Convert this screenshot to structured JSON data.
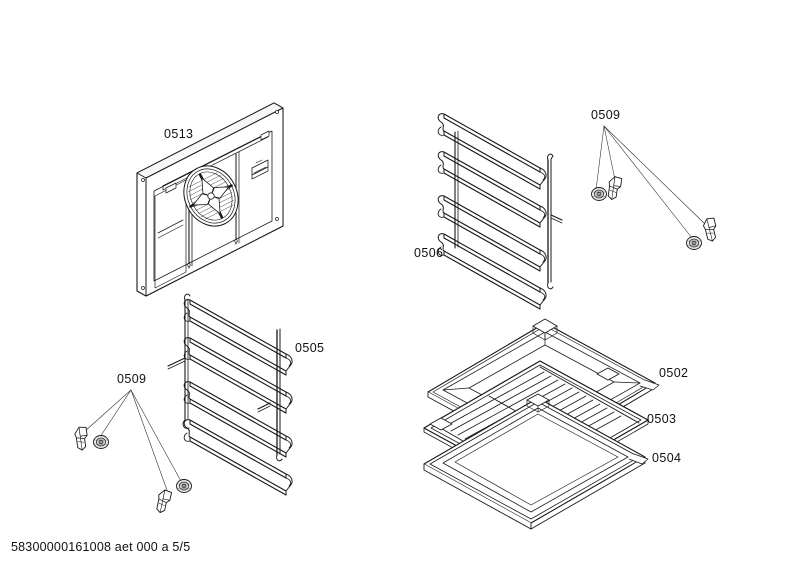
{
  "document": {
    "footer": "58300000161008 aet 000 a 5/5",
    "background_color": "#ffffff",
    "line_color": "#1a1a1a"
  },
  "labels": {
    "back_panel": "0513",
    "shelf_rail_right": "0506",
    "shelf_rail_left": "0505",
    "clips_right": "0509",
    "clips_left": "0509",
    "deep_pan": "0502",
    "wire_grill": "0503",
    "flat_tray": "0504"
  },
  "parts": [
    {
      "number": "0513",
      "name": "oven-back-panel-with-fan-cover"
    },
    {
      "number": "0506",
      "name": "shelf-support-rail-right"
    },
    {
      "number": "0505",
      "name": "shelf-support-rail-left"
    },
    {
      "number": "0509",
      "name": "rail-fixing-clip-and-grommet-set"
    },
    {
      "number": "0502",
      "name": "deep-baking-pan"
    },
    {
      "number": "0503",
      "name": "wire-grill-rack"
    },
    {
      "number": "0504",
      "name": "flat-baking-tray"
    }
  ]
}
